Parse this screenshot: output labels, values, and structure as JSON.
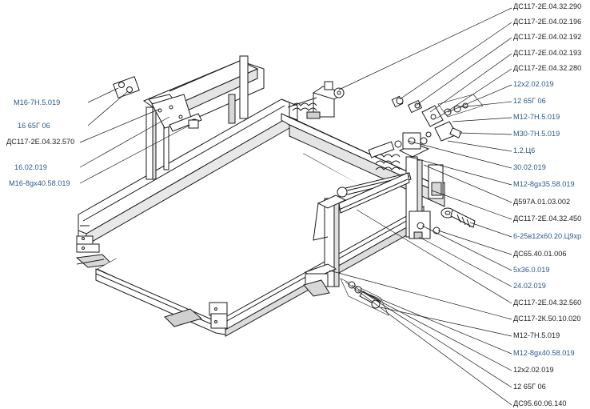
{
  "colors": {
    "link": "#2a5a8a",
    "text": "#222222",
    "line": "#1a1a1a"
  },
  "right_labels": [
    {
      "id": "r01",
      "text": "ДС117-2Е.04.32.290",
      "style": "dark"
    },
    {
      "id": "r02",
      "text": "ДС117-2Е.04.02.196",
      "style": "dark"
    },
    {
      "id": "r03",
      "text": "ДС117-2Е.04.02.192",
      "style": "dark"
    },
    {
      "id": "r04",
      "text": "ДС117-2Е.04.02.193",
      "style": "dark"
    },
    {
      "id": "r05",
      "text": "ДС117-2Е.04.32.280",
      "style": "dark"
    },
    {
      "id": "r06",
      "text": "12х2.02.019",
      "style": "blue"
    },
    {
      "id": "r07",
      "text": "12 65Г 06",
      "style": "blue"
    },
    {
      "id": "r08",
      "text": "М12-7Н.5.019",
      "style": "blue"
    },
    {
      "id": "r09",
      "text": "М30-7Н.5.019",
      "style": "blue"
    },
    {
      "id": "r10",
      "text": "1.2.Ц6",
      "style": "blue"
    },
    {
      "id": "r11",
      "text": "30.02.019",
      "style": "blue"
    },
    {
      "id": "r12",
      "text": "М12-8gх35.58.019",
      "style": "blue"
    },
    {
      "id": "r13",
      "text": "Д597А.01.03.002",
      "style": "dark"
    },
    {
      "id": "r14",
      "text": "ДС117-2Е.04.32.450",
      "style": "dark"
    },
    {
      "id": "r15",
      "text": "6-25в12х60.20.Ц9хр",
      "style": "blue"
    },
    {
      "id": "r16",
      "text": "ДС65.40.01.006",
      "style": "dark"
    },
    {
      "id": "r17",
      "text": "5х36.0.019",
      "style": "blue"
    },
    {
      "id": "r18",
      "text": "24.02.019",
      "style": "blue"
    },
    {
      "id": "r19",
      "text": "ДС117-2Е.04.32.560",
      "style": "dark"
    },
    {
      "id": "r20",
      "text": "ДС117-2К.50.10.020",
      "style": "dark"
    },
    {
      "id": "r21",
      "text": "М12-7Н.5.019",
      "style": "dark"
    },
    {
      "id": "r22",
      "text": "М12-8gх40.58.019",
      "style": "blue"
    },
    {
      "id": "r23",
      "text": "12х2.02.019",
      "style": "dark"
    },
    {
      "id": "r24",
      "text": "12 65Г 06",
      "style": "dark"
    },
    {
      "id": "r25",
      "text": "ДС95.60.06.140",
      "style": "dark"
    }
  ],
  "left_labels": [
    {
      "id": "l01",
      "text": "М16-7Н.5.019",
      "style": "blue"
    },
    {
      "id": "l02",
      "text": "16 65Г 06",
      "style": "blue"
    },
    {
      "id": "l03",
      "text": "ДС117-2Е.04.32.570",
      "style": "dark"
    },
    {
      "id": "l04",
      "text": "16.02.019",
      "style": "blue"
    },
    {
      "id": "l05",
      "text": "М16-8gх40.58.019",
      "style": "blue"
    }
  ]
}
